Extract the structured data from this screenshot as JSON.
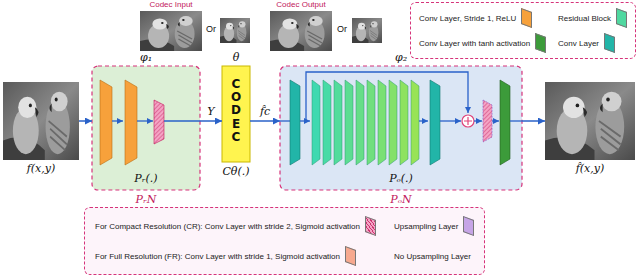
{
  "diagram": {
    "nodes": [
      {
        "text": [
          "f(x,y)"
        ]
      },
      {
        "text": [
          "φ₁",
          "Pᵣ(.)",
          "PᵣN"
        ]
      },
      {
        "text": [
          "θ",
          "CODEC",
          "Cθ(.)"
        ]
      },
      {
        "text": [
          "φ₂",
          "Pₒ(.)",
          "PₒN"
        ]
      },
      {
        "text": [
          "f̂(x,y)"
        ]
      }
    ],
    "edges": [
      {
        "from": 0,
        "to": 1,
        "arrow": "to"
      },
      {
        "from": 1,
        "to": 2,
        "label": "Y",
        "arrow": "to"
      },
      {
        "from": 2,
        "to": 3,
        "label": "f̂c",
        "arrow": "to"
      },
      {
        "from": 3,
        "to": 4,
        "arrow": "to"
      }
    ],
    "labels": [
      "Codec Input",
      "Or",
      "Codec Output",
      "Or"
    ],
    "legend": [
      {
        "text": "Conv Layer, Stride 1, ReLU",
        "color": "#f7a13b"
      },
      {
        "text": "Residual Block",
        "color": "#4fd8a0"
      },
      {
        "text": "Conv Layer with tanh activation",
        "color": "#3c9b3a"
      },
      {
        "text": "Conv Layer",
        "color": "#22b5a8"
      },
      {
        "text": "For Compact Resolution (CR): Conv Layer with stride 2, Sigmoid activation",
        "color": "#f4a3c4"
      },
      {
        "text": "Upsampling Layer",
        "color": "#c6a4e6"
      },
      {
        "text": "For Full Resolution (FR): Conv Layer with stride 1, Sigmoid activation",
        "color": "#f7a98f"
      },
      {
        "text": "No Upsampling Layer"
      }
    ]
  }
}
